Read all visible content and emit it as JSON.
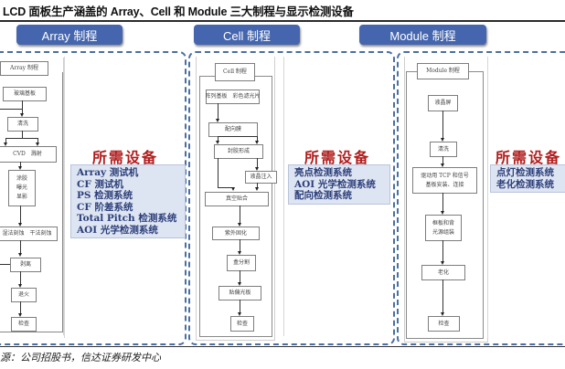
{
  "title": "LCD 面板生产涵盖的 Array、Cell 和 Module 三大制程与显示检测设备",
  "source": "源：公司招股书，信达证券研发中心",
  "colors": {
    "phase_button": "#4566ae",
    "required_title": "#b11c1c",
    "equipment_text": "#2d3f7a",
    "equipment_bg": "#dde4f2",
    "panel_border": "#4a6fa0"
  },
  "phases": [
    {
      "label": "Array 制程",
      "flow": {
        "header": "Array 制程",
        "steps": [
          "玻璃基板",
          "清洗",
          "CVD　溅射",
          "涂胶\n曝光\n显影",
          "湿法刻蚀　干法刻蚀",
          "剥离",
          "退火",
          "检查"
        ]
      },
      "required_title": "所需设备",
      "equipment": [
        "Array 测试机",
        "CF 测试机",
        "PS 检测系统",
        "CF 阶差系统",
        "Total Pitch 检测系统",
        "AOI 光学检测系统"
      ]
    },
    {
      "label": "Cell 制程",
      "flow": {
        "header": "Cell 制程",
        "steps": [
          "阵列基板　彩色滤光片",
          "配向膜",
          "封胶形成",
          "液晶注入",
          "真空贴合",
          "紫外固化",
          "盒分割",
          "贴偏光板",
          "检查"
        ]
      },
      "required_title": "所需设备",
      "equipment": [
        "亮点检测系统",
        "AOI 光学检测系统",
        "配向检测系统"
      ]
    },
    {
      "label": "Module 制程",
      "flow": {
        "header": "Module 制程",
        "steps": [
          "液晶屏",
          "清洗",
          "驱动用 TCP 和信号\n基板安装、连接",
          "框板和背\n光源组装",
          "老化",
          "检查"
        ]
      },
      "required_title": "所需设备",
      "equipment": [
        "点灯检测系统",
        "老化检测系统"
      ]
    }
  ]
}
